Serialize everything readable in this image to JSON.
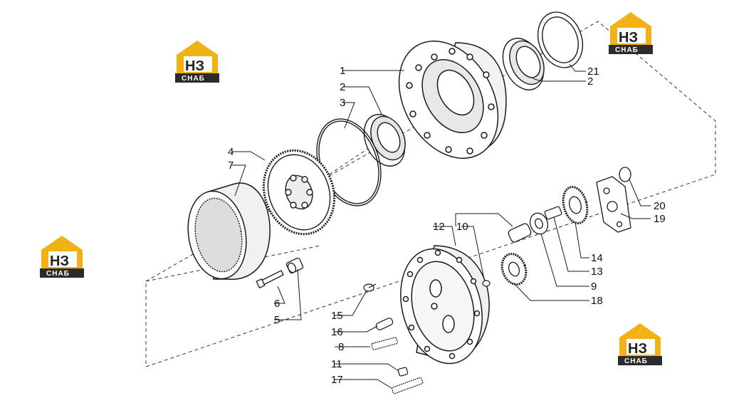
{
  "callouts": [
    {
      "id": "1",
      "label": "1"
    },
    {
      "id": "2a",
      "label": "2"
    },
    {
      "id": "3",
      "label": "3"
    },
    {
      "id": "4",
      "label": "4"
    },
    {
      "id": "7",
      "label": "7"
    },
    {
      "id": "21",
      "label": "21"
    },
    {
      "id": "2b",
      "label": "2"
    },
    {
      "id": "20",
      "label": "20"
    },
    {
      "id": "19",
      "label": "19"
    },
    {
      "id": "12",
      "label": "12"
    },
    {
      "id": "10",
      "label": "10"
    },
    {
      "id": "14",
      "label": "14"
    },
    {
      "id": "13",
      "label": "13"
    },
    {
      "id": "9",
      "label": "9"
    },
    {
      "id": "18",
      "label": "18"
    },
    {
      "id": "6",
      "label": "6"
    },
    {
      "id": "5",
      "label": "5"
    },
    {
      "id": "15",
      "label": "15"
    },
    {
      "id": "16",
      "label": "16"
    },
    {
      "id": "8",
      "label": "8"
    },
    {
      "id": "11",
      "label": "11"
    },
    {
      "id": "17",
      "label": "17"
    }
  ],
  "watermark": {
    "letters": "НЗ",
    "subtitle": "СНАБ",
    "accent_color": "#f2b215",
    "dark_color": "#2b2b2b"
  },
  "colors": {
    "line": "#1a1a1a",
    "part_fill": "#ffffff",
    "shade": "#d9d9d9"
  }
}
